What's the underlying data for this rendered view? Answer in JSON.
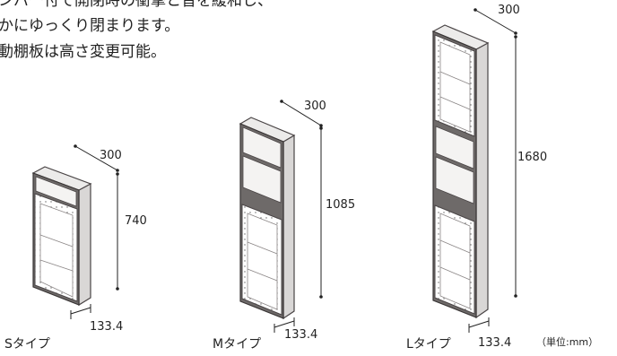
{
  "description": {
    "line1": "ンパー付で開閉時の衝撃と音を緩和し、",
    "line2": "かにゆっくり閉まります。",
    "line3": "動棚板は高さ変更可能。"
  },
  "cabinets": [
    {
      "type_label": "Sタイプ",
      "width": "300",
      "height": "740",
      "depth": "133.4"
    },
    {
      "type_label": "Mタイプ",
      "width": "300",
      "height": "1085",
      "depth": "133.4"
    },
    {
      "type_label": "Lタイプ",
      "width": "300",
      "height": "1680",
      "depth": "133.4"
    }
  ],
  "unit_note": "（単位:mm）",
  "colors": {
    "outline": "#4a4546",
    "frame": "#6e6a69",
    "line": "#222222"
  }
}
